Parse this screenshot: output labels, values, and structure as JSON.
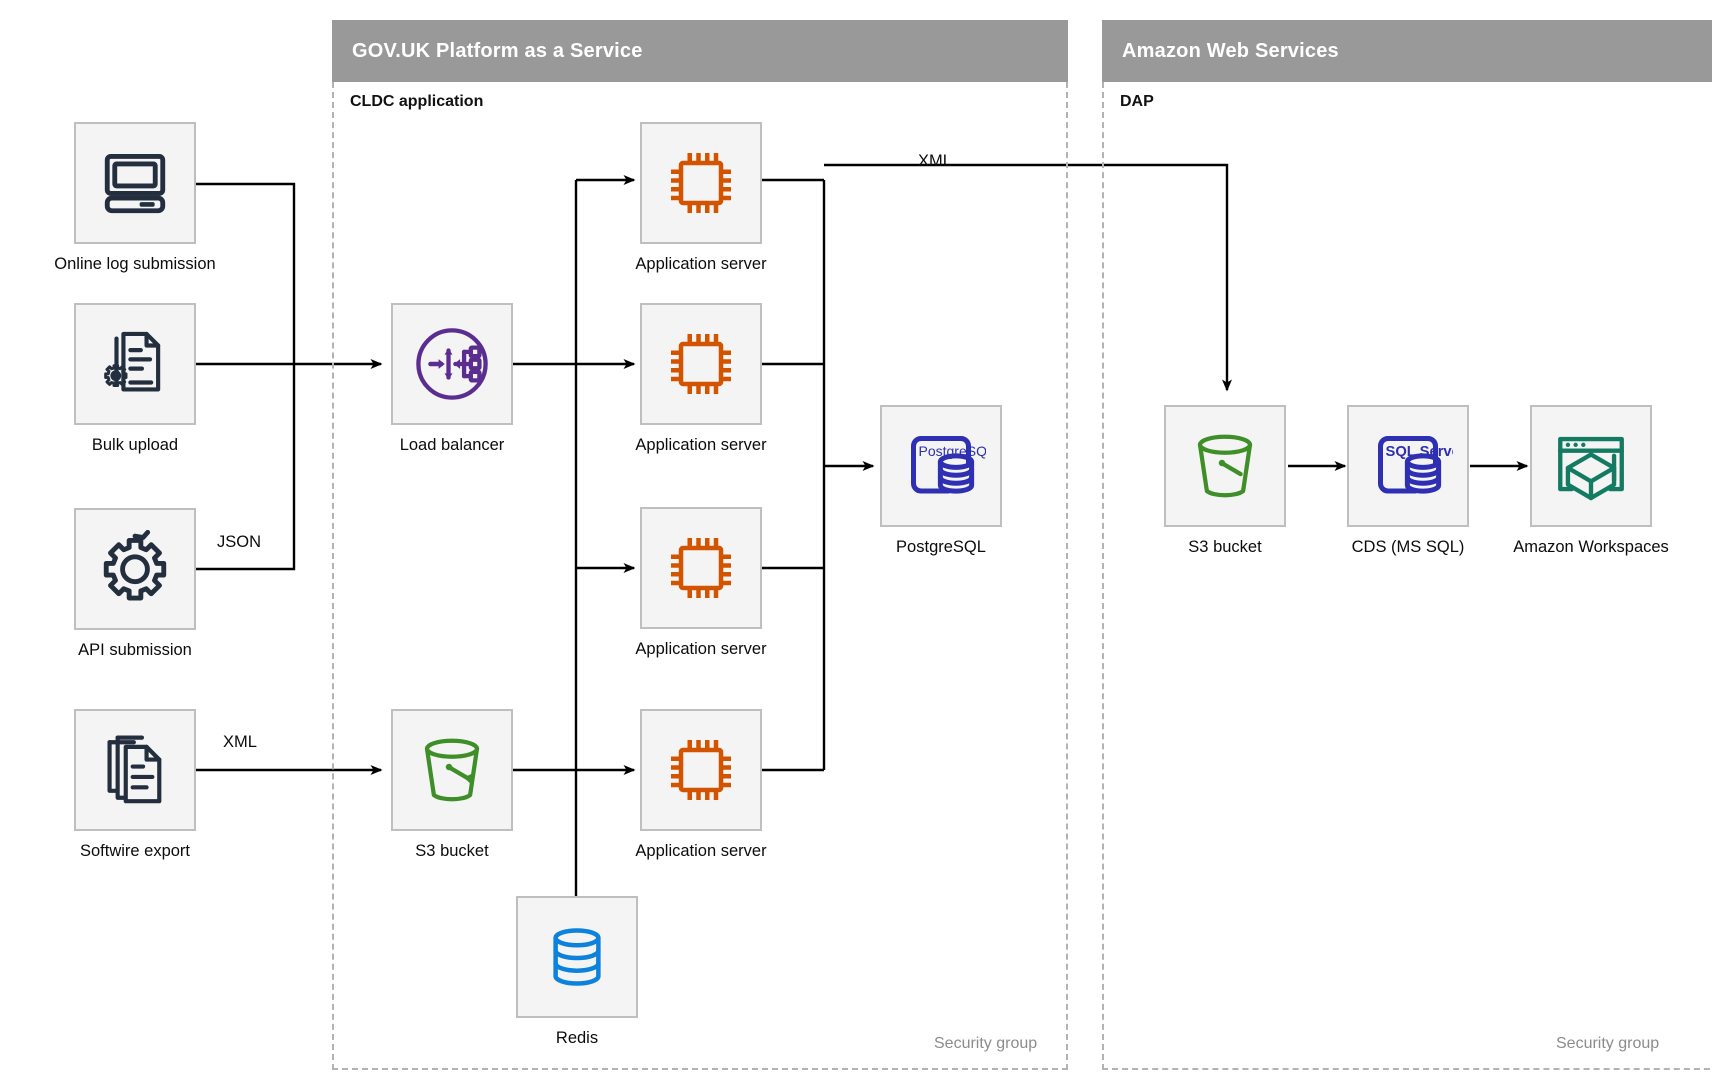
{
  "groups": [
    {
      "id": "paas",
      "title": "GOV.UK Platform as a Service",
      "sublabel": "CLDC application",
      "security_label": "Security group"
    },
    {
      "id": "aws",
      "title": "Amazon Web Services",
      "sublabel": "DAP",
      "security_label": "Security group"
    }
  ],
  "nodes": {
    "online_log_submission": {
      "label": "Online log submission",
      "icon": "desktop-computer-icon",
      "color": "#232f3e"
    },
    "bulk_upload": {
      "label": "Bulk upload",
      "icon": "document-gear-icon",
      "color": "#232f3e"
    },
    "api_submission": {
      "label": "API submission",
      "icon": "gear-icon",
      "color": "#232f3e"
    },
    "softwire_export": {
      "label": "Softwire export",
      "icon": "documents-stack-icon",
      "color": "#232f3e"
    },
    "load_balancer": {
      "label": "Load balancer",
      "icon": "load-balancer-icon",
      "color": "#5c2d91"
    },
    "app_server_1": {
      "label": "Application server",
      "icon": "cpu-chip-icon",
      "color": "#d35400"
    },
    "app_server_2": {
      "label": "Application server",
      "icon": "cpu-chip-icon",
      "color": "#d35400"
    },
    "app_server_3": {
      "label": "Application server",
      "icon": "cpu-chip-icon",
      "color": "#d35400"
    },
    "app_server_4": {
      "label": "Application server",
      "icon": "cpu-chip-icon",
      "color": "#d35400"
    },
    "postgresql": {
      "label": "PostgreSQL",
      "icon": "postgresql-icon",
      "color": "#2f2fb3",
      "icon_text": "PostgreSQL"
    },
    "paas_s3_bucket": {
      "label": "S3 bucket",
      "icon": "s3-bucket-icon",
      "color": "#3f8f29"
    },
    "redis": {
      "label": "Redis",
      "icon": "database-cylinder-icon",
      "color": "#0d82dd"
    },
    "aws_s3_bucket": {
      "label": "S3 bucket",
      "icon": "s3-bucket-icon",
      "color": "#3f8f29"
    },
    "cds_ms_sql": {
      "label": "CDS (MS SQL)",
      "icon": "sql-server-icon",
      "color": "#2f2fb3",
      "icon_text": "SQL Server"
    },
    "amazon_workspaces": {
      "label": "Amazon Workspaces",
      "icon": "amazon-workspaces-icon",
      "color": "#147b63"
    }
  },
  "edge_labels": {
    "api_json": "JSON",
    "softwire_xml": "XML",
    "appserver_xml": "XML"
  },
  "palette": {
    "header_grey": "#999999",
    "dashed_border": "#b3b3b3",
    "node_fill": "#f4f4f4",
    "node_border": "#bfbfbf",
    "wire": "#000000",
    "text": "#0b0c0c",
    "muted_text": "#8c8c8c"
  }
}
